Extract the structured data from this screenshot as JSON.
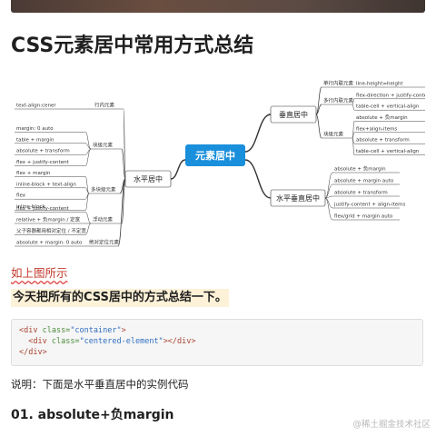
{
  "title": "CSS元素居中常用方式总结",
  "mindmap": {
    "center": "元素居中",
    "left_branch": {
      "label": "水平居中",
      "groups": [
        {
          "label": "行内元素",
          "items": [
            "text-align:cener"
          ]
        },
        {
          "label": "块级元素",
          "items": [
            "margin: 0 auto",
            "table + margin",
            "absolute + transform",
            "flex + justify-content"
          ]
        },
        {
          "label": "多块级元素",
          "items": [
            "flex + margin",
            "inline-block + text-align",
            "flex",
            "inline-block"
          ]
        },
        {
          "label": "浮动元素",
          "items": [
            "flex + justify-content",
            "relative + 负margin / 定宽",
            "父子容器都用相对定位 / 不定宽"
          ]
        },
        {
          "label": "绝对定位元素",
          "items": [
            "absolute + margin: 0 auto"
          ]
        }
      ]
    },
    "right_top": {
      "label": "垂直居中",
      "groups": [
        {
          "label": "单行内联元素",
          "items": [
            "line-height=height"
          ]
        },
        {
          "label": "多行内联元素",
          "items": [
            "flex-direction + justify-content",
            "table-cell + vertical-align"
          ]
        },
        {
          "label": "块级元素",
          "items": [
            "absolute + 负margin",
            "flex+align-items",
            "absolute + transform",
            "table-cell + vertical-align"
          ]
        }
      ]
    },
    "right_bottom": {
      "label": "水平垂直居中",
      "items": [
        "absolute + 负margin",
        "absolute + margin auto",
        "absolute + transform",
        "justify-content + align-items",
        "flex/grid + margin auto"
      ]
    }
  },
  "caption": "如上图所示",
  "lead": "今天把所有的CSS居中的方式总结一下。",
  "code": {
    "lines": [
      [
        {
          "t": "tag",
          "v": "<div "
        },
        {
          "t": "attr",
          "v": "class="
        },
        {
          "t": "str",
          "v": "\"container\""
        },
        {
          "t": "tag",
          "v": ">"
        }
      ],
      [
        {
          "t": "plain",
          "v": "  "
        },
        {
          "t": "tag",
          "v": "<div "
        },
        {
          "t": "attr",
          "v": "class="
        },
        {
          "t": "str",
          "v": "\"centered-element\""
        },
        {
          "t": "tag",
          "v": "></div>"
        }
      ],
      [
        {
          "t": "tag",
          "v": "</div>"
        }
      ]
    ]
  },
  "note": "说明：下面是水平垂直居中的实例代码",
  "section_heading": "01. absolute+负margin",
  "watermark": "@稀土掘金技术社区",
  "colors": {
    "center_node": "#1a8fdb",
    "caption": "#c0392b",
    "code_bg": "#f6f6f6"
  }
}
